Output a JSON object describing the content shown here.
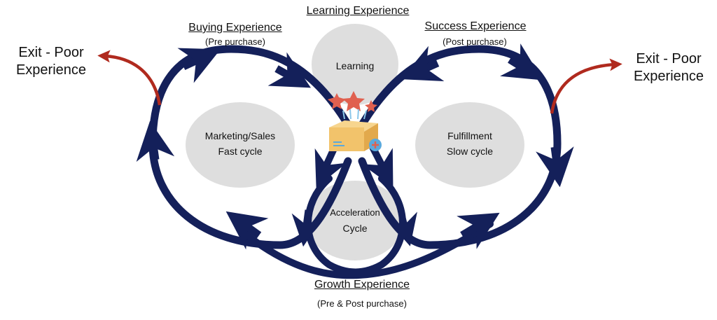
{
  "headings": {
    "learning": "Learning Experience",
    "buying": "Buying Experience",
    "buying_sub": "(Pre purchase)",
    "success": "Success Experience",
    "success_sub": "(Post purchase)",
    "growth": "Growth Experience",
    "growth_sub": "(Pre & Post purchase)"
  },
  "exits": {
    "left_line1": "Exit - Poor",
    "left_line2": "Experience",
    "right_line1": "Exit - Poor",
    "right_line2": "Experience"
  },
  "circles": {
    "learning": "Learning",
    "marketing_line1": "Marketing/Sales",
    "marketing_line2": "Fast cycle",
    "fulfillment_line1": "Fulfillment",
    "fulfillment_line2": "Slow cycle",
    "acceleration_line1": "Acceleration",
    "acceleration_line2": "Cycle"
  },
  "colors": {
    "loop": "#14205a",
    "bubble": "#dedede",
    "exit_arrow": "#b02a1e",
    "box": "#f2c36b",
    "star": "#e0604f",
    "plus": "#5aa9dd"
  },
  "icons": {
    "center": "gift-box-icon"
  }
}
